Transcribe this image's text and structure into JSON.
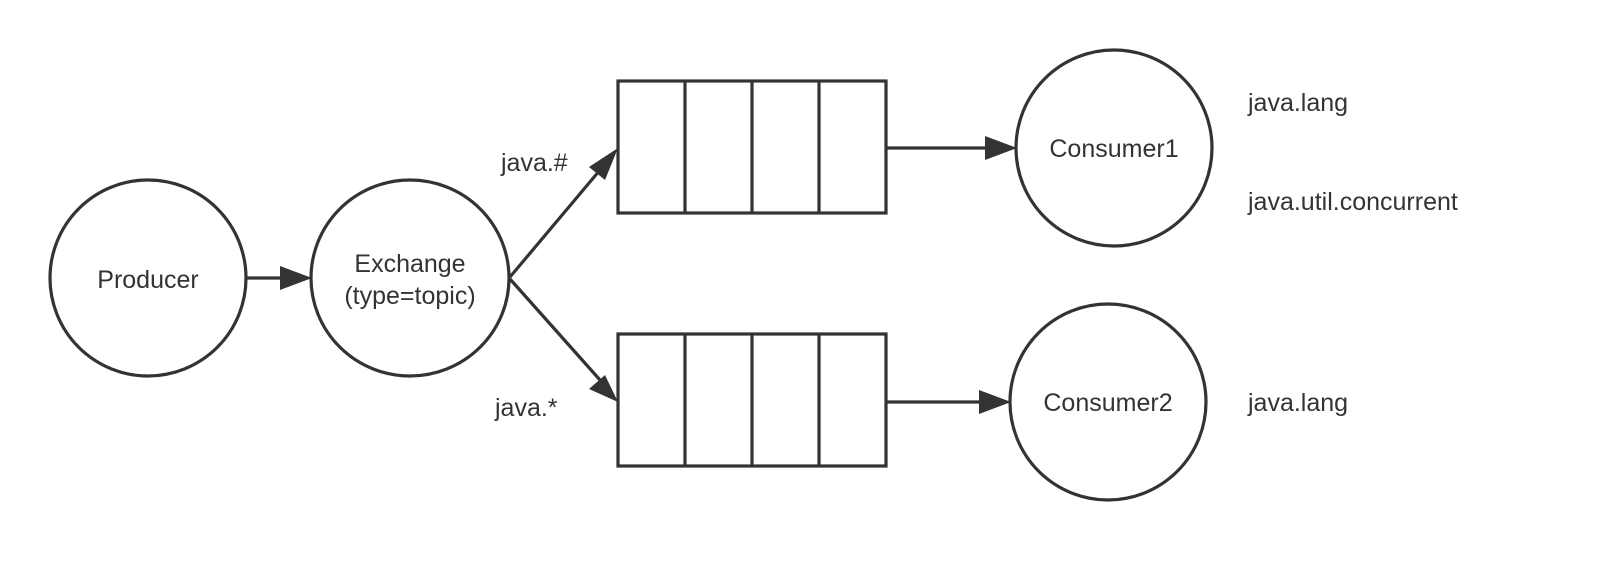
{
  "nodes": {
    "producer": {
      "label": "Producer"
    },
    "exchange": {
      "label_line1": "Exchange",
      "label_line2": "(type=topic)"
    },
    "consumer1": {
      "label": "Consumer1"
    },
    "consumer2": {
      "label": "Consumer2"
    }
  },
  "edges": {
    "top_binding": "java.#",
    "bottom_binding": "java.*"
  },
  "notes": {
    "consumer1": [
      "java.lang",
      "java.util.concurrent"
    ],
    "consumer2": [
      "java.lang"
    ]
  },
  "colors": {
    "stroke": "#333333",
    "fill": "#ffffff",
    "text": "#333333"
  }
}
